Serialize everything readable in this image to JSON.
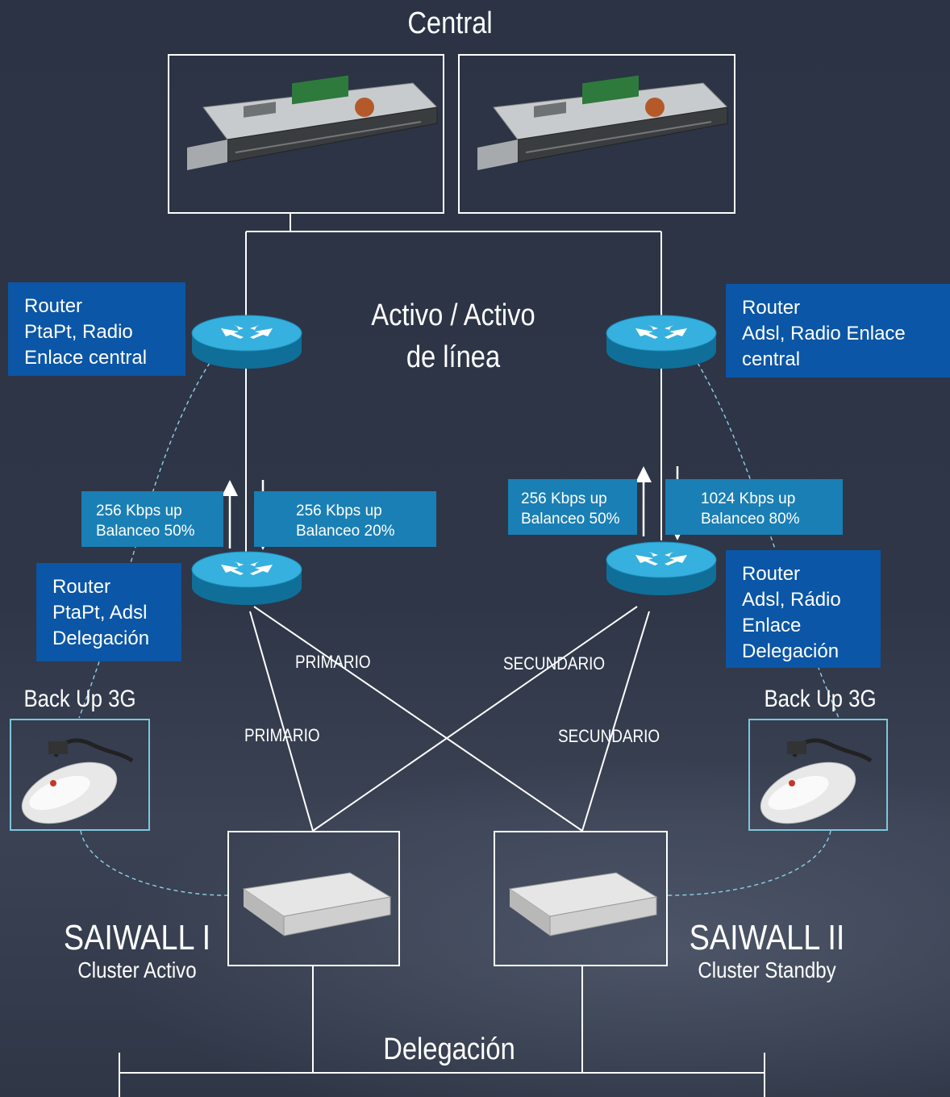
{
  "titles": {
    "central": "Central",
    "mode_line1": "Activo / Activo",
    "mode_line2": "de línea",
    "delegacion": "Delegación"
  },
  "routers": {
    "left_top": [
      "Router",
      "PtaPt, Radio",
      "Enlace central"
    ],
    "right_top": [
      "Router",
      "Adsl, Radio Enlace",
      "central"
    ],
    "left_bottom": [
      "Router",
      "PtaPt, Adsl",
      "Delegación"
    ],
    "right_bottom": [
      "Router",
      "Adsl, Rádio",
      "Enlace",
      "Delegación"
    ]
  },
  "speeds": {
    "left_up": [
      "256 Kbps up",
      "Balanceo 50%"
    ],
    "left_down": [
      "256 Kbps up",
      "Balanceo 20%"
    ],
    "right_up": [
      "256 Kbps up",
      "Balanceo 50%"
    ],
    "right_down": [
      "1024 Kbps up",
      "Balanceo 80%"
    ]
  },
  "links": {
    "primario_top": "PRIMARIO",
    "primario_bottom": "PRIMARIO",
    "secundario_top": "SECUNDARIO",
    "secundario_bottom": "SECUNDARIO"
  },
  "backup": {
    "left": "Back Up 3G",
    "right": "Back Up 3G"
  },
  "firewalls": {
    "one_name": "SAIWALL I",
    "one_role": "Cluster Activo",
    "two_name": "SAIWALL II",
    "two_role": "Cluster Standby"
  },
  "colors": {
    "background": "#2b3345",
    "info_box": "#0b56a6",
    "speed_box": "#1a7fb4",
    "router": "#1a9ccc",
    "backup_frame": "#7ec6dc"
  },
  "icons": {
    "server": "rack-server-icon",
    "router": "router-icon",
    "modem": "usb-3g-modem-icon",
    "appliance": "firewall-appliance-icon"
  }
}
